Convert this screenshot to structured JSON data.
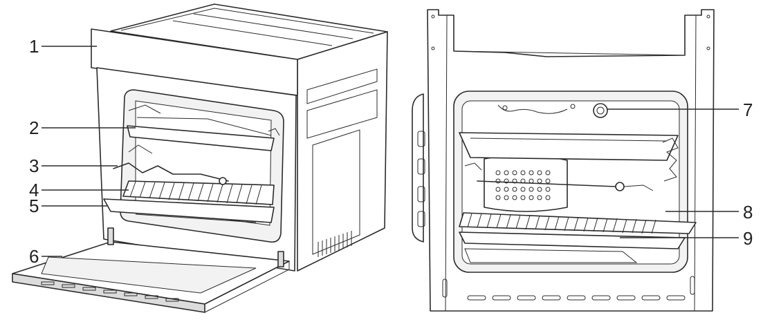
{
  "callouts_left": [
    {
      "label": "1"
    },
    {
      "label": "2"
    },
    {
      "label": "3"
    },
    {
      "label": "4"
    },
    {
      "label": "5"
    },
    {
      "label": "6"
    }
  ],
  "callouts_right": [
    {
      "label": "7"
    },
    {
      "label": "8"
    },
    {
      "label": "9"
    }
  ],
  "colors": {
    "line": "#2a2a2a",
    "background": "#ffffff",
    "shade": "#f2f2f2"
  }
}
